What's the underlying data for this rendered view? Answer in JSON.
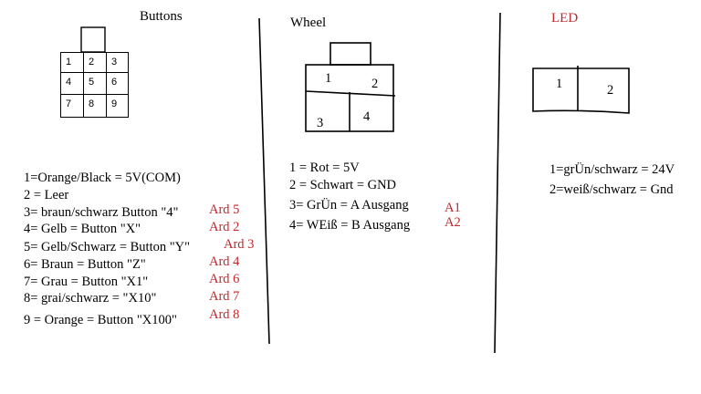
{
  "buttons": {
    "title": "Buttons",
    "grid": [
      [
        "1",
        "2",
        "3"
      ],
      [
        "4",
        "5",
        "6"
      ],
      [
        "7",
        "8",
        "9"
      ]
    ],
    "pins": [
      {
        "text": "1=Orange/Black  =  5V(COM)",
        "ard": ""
      },
      {
        "text": "2  =  Leer",
        "ard": ""
      },
      {
        "text": "3=   braun/schwarz Button  \"4\"",
        "ard": "Ard  5"
      },
      {
        "text": "4=  Gelb  =  Button  \"X\"",
        "ard": "Ard  2"
      },
      {
        "text": "5=  Gelb/Schwarz  =  Button  \"Y\"",
        "ard": "Ard  3"
      },
      {
        "text": "6=  Braun  =  Button  \"Z\"",
        "ard": "Ard  4"
      },
      {
        "text": "7=  Grau  =  Button  \"X1\"",
        "ard": "Ard  6"
      },
      {
        "text": "8=   grai/schwarz       =  \"X10\"",
        "ard": "Ard  7"
      },
      {
        "text": "9  =  Orange  =  Button  \"X100\"",
        "ard": "Ard  8"
      }
    ]
  },
  "wheel": {
    "title": "Wheel",
    "cells": [
      "1",
      "2",
      "3",
      "4"
    ],
    "pins": [
      {
        "text": "1  =  Rot  =  5V",
        "ard": ""
      },
      {
        "text": "2  =  Schwart  =  GND",
        "ard": ""
      },
      {
        "text": "3=  GrÜn  =  A  Ausgang",
        "ard": "A1"
      },
      {
        "text": "4=  WEiß  =  B  Ausgang",
        "ard": "A2"
      }
    ]
  },
  "led": {
    "title": "LED",
    "cells": [
      "1",
      "2"
    ],
    "pins": [
      {
        "text": "1=grÜn/schwarz  =  24V"
      },
      {
        "text": "2=weiß/schwarz  =  Gnd"
      }
    ]
  },
  "colors": {
    "accent_red": "#c0282d"
  }
}
